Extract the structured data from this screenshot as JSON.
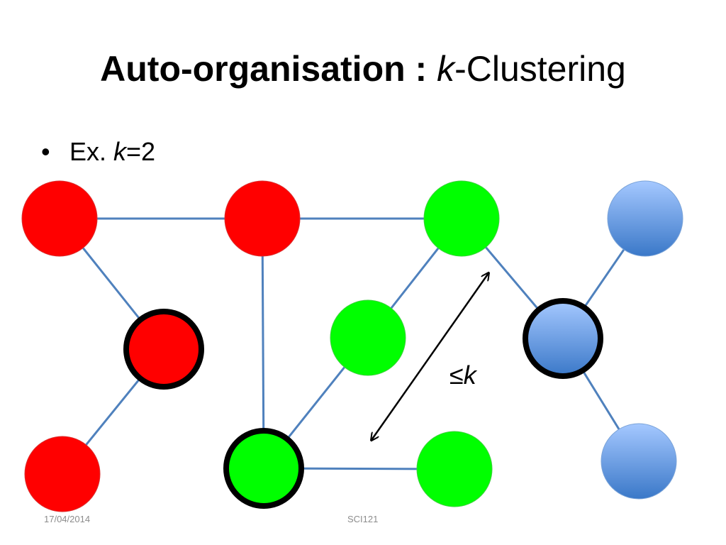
{
  "slide": {
    "title_bold": "Auto-organisation :",
    "title_k": "k",
    "title_rest": "-Clustering",
    "bullet_symbol": "•",
    "bullet_prefix": "Ex.",
    "bullet_k": "k",
    "bullet_suffix": "=2",
    "distance_symbol": "≤",
    "distance_k": "k",
    "footer_date": "17/04/2014",
    "footer_course": "SCI121"
  },
  "colors": {
    "red": "#ff0000",
    "green": "#00ff00",
    "blue_top": "#a5c8ff",
    "blue_bottom": "#3a78c8",
    "edge": "#4f81bd",
    "clusterhead_border": "#000000"
  },
  "graph": {
    "nodes": [
      {
        "id": "r1",
        "cluster": "red",
        "clusterhead": false
      },
      {
        "id": "r2",
        "cluster": "red",
        "clusterhead": false
      },
      {
        "id": "r3",
        "cluster": "red",
        "clusterhead": true
      },
      {
        "id": "r4",
        "cluster": "red",
        "clusterhead": false
      },
      {
        "id": "g1",
        "cluster": "green",
        "clusterhead": false
      },
      {
        "id": "g2",
        "cluster": "green",
        "clusterhead": false
      },
      {
        "id": "g3",
        "cluster": "green",
        "clusterhead": true
      },
      {
        "id": "g4",
        "cluster": "green",
        "clusterhead": false
      },
      {
        "id": "b1",
        "cluster": "blue",
        "clusterhead": false
      },
      {
        "id": "b2",
        "cluster": "blue",
        "clusterhead": true
      },
      {
        "id": "b3",
        "cluster": "blue",
        "clusterhead": false
      }
    ],
    "edges": [
      [
        "r1",
        "r2"
      ],
      [
        "r2",
        "g1"
      ],
      [
        "r1",
        "r3"
      ],
      [
        "r3",
        "r4"
      ],
      [
        "r2",
        "g3"
      ],
      [
        "g1",
        "g2"
      ],
      [
        "g2",
        "g3"
      ],
      [
        "g3",
        "g4"
      ],
      [
        "g1",
        "b2"
      ],
      [
        "b1",
        "b2"
      ],
      [
        "b2",
        "b3"
      ]
    ]
  }
}
